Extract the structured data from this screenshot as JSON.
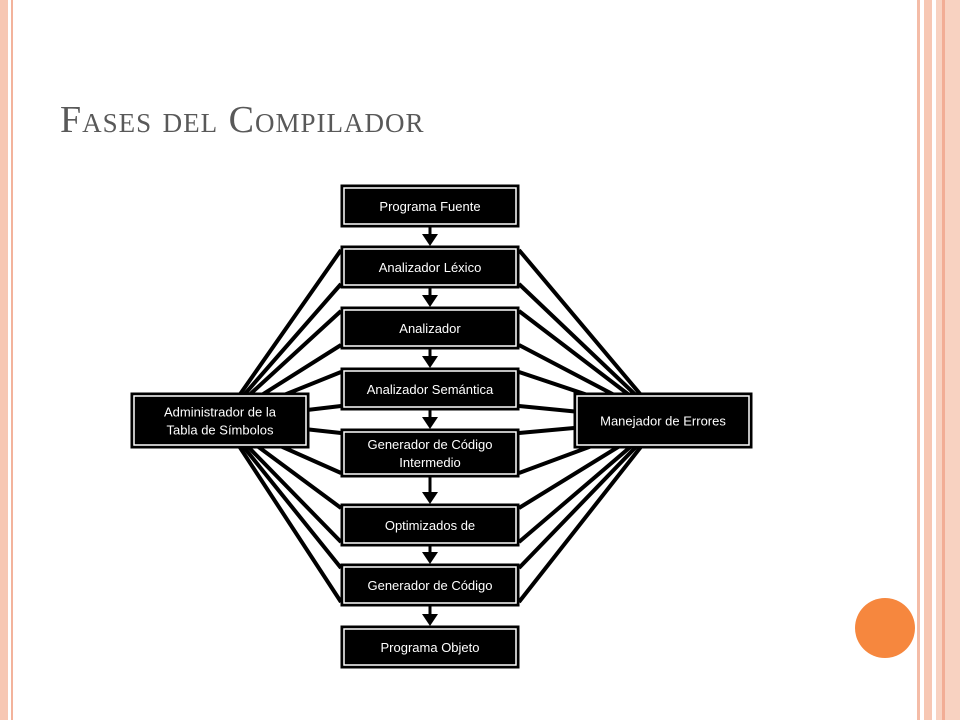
{
  "slide": {
    "title": "Fases del Compilador"
  },
  "diagram": {
    "phases": [
      {
        "id": "fuente",
        "lines": [
          "Programa Fuente"
        ]
      },
      {
        "id": "lexico",
        "lines": [
          "Analizador Léxico"
        ]
      },
      {
        "id": "sintactico",
        "lines": [
          "Analizador"
        ]
      },
      {
        "id": "semantico",
        "lines": [
          "Analizador Semántica"
        ]
      },
      {
        "id": "intermedio",
        "lines": [
          "Generador de Código",
          "Intermedio"
        ]
      },
      {
        "id": "optimizador",
        "lines": [
          "Optimizados de"
        ]
      },
      {
        "id": "generador",
        "lines": [
          "Generador de Código"
        ]
      },
      {
        "id": "objeto",
        "lines": [
          "Programa Objeto"
        ]
      }
    ],
    "side_boxes": {
      "symbols": {
        "lines": [
          "Administrador de la",
          "Tabla de Símbolos"
        ]
      },
      "errors": {
        "lines": [
          "Manejador de Errores"
        ]
      }
    },
    "connected_phases": [
      "lexico",
      "sintactico",
      "semantico",
      "intermedio",
      "optimizador",
      "generador"
    ]
  },
  "theme": {
    "accent": "#f6873e",
    "frame": "#f7c7b3",
    "title_color": "#595959",
    "box_fill": "#000000",
    "box_text": "#ffffff"
  }
}
